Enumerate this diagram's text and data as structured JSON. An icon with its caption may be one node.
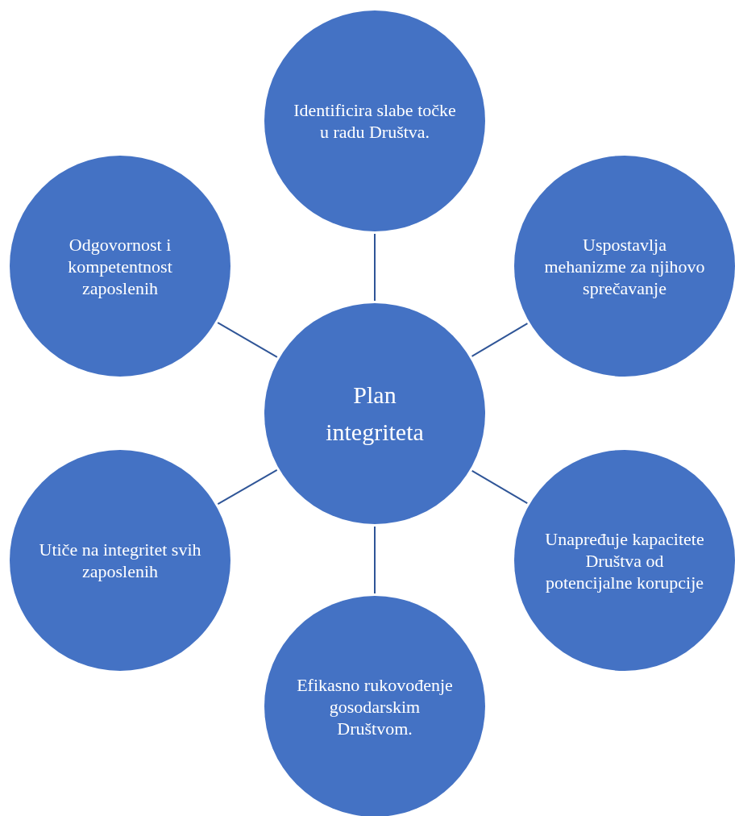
{
  "diagram": {
    "nodes": [
      {
        "text": [
          "Plan integriteta"
        ]
      },
      {
        "text": [
          "Identificira slabe točke u radu Društva."
        ]
      },
      {
        "text": [
          "Uspostavlja mehanizme za njihovo sprečavanje"
        ]
      },
      {
        "text": [
          "Unapređuje kapacitete Društva od potencijalne korupcije"
        ]
      },
      {
        "text": [
          "Efikasno rukovođenje gosodarskim Društvom."
        ]
      },
      {
        "text": [
          "Utiče na integritet svih zaposlenih"
        ]
      },
      {
        "text": [
          "Odgovornost i kompetentnost zaposlenih"
        ]
      }
    ],
    "edges": [
      {
        "from": 0,
        "to": 1,
        "arrow": "none"
      },
      {
        "from": 0,
        "to": 2,
        "arrow": "none"
      },
      {
        "from": 0,
        "to": 3,
        "arrow": "none"
      },
      {
        "from": 0,
        "to": 4,
        "arrow": "none"
      },
      {
        "from": 0,
        "to": 5,
        "arrow": "none"
      },
      {
        "from": 0,
        "to": 6,
        "arrow": "none"
      }
    ]
  }
}
